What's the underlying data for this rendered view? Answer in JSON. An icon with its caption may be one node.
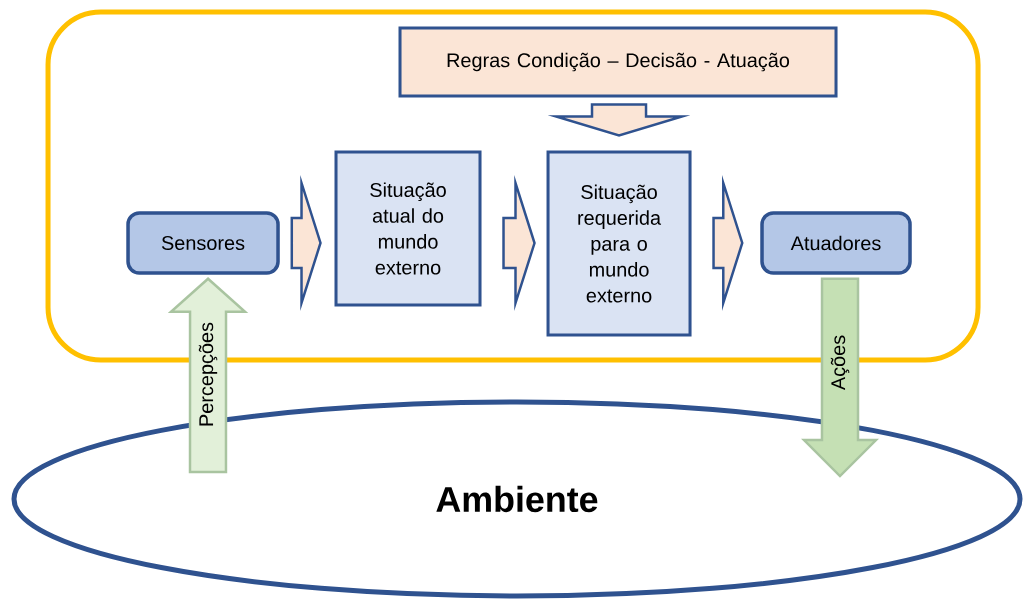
{
  "diagram": {
    "nodes": [
      {
        "text": [],
        "shape": "box"
      },
      {
        "text": [
          "Regras Condição – Decisão - Atuação"
        ],
        "in": 0
      },
      {
        "text": [
          "Sensores"
        ],
        "in": 0
      },
      {
        "text": [
          "Situação atual do mundo externo"
        ],
        "in": 0
      },
      {
        "text": [
          "Situação requerida para o mundo externo"
        ],
        "in": 0
      },
      {
        "text": [
          "Atuadores"
        ],
        "in": 0
      },
      {
        "text": [
          "Ambiente"
        ]
      }
    ],
    "edges": [
      {
        "from": 2,
        "to": 3,
        "arrow": "to"
      },
      {
        "from": 3,
        "to": 4,
        "arrow": "to"
      },
      {
        "from": 4,
        "to": 5,
        "arrow": "to"
      },
      {
        "from": 1,
        "to": 4,
        "arrow": "to"
      },
      {
        "from": 6,
        "to": 2,
        "arrow": "to",
        "label": "Percepções",
        "color": "#a9c4a0"
      },
      {
        "from": 5,
        "to": 6,
        "arrow": "to",
        "label": "Ações",
        "color": "#a9c4a0"
      }
    ]
  }
}
